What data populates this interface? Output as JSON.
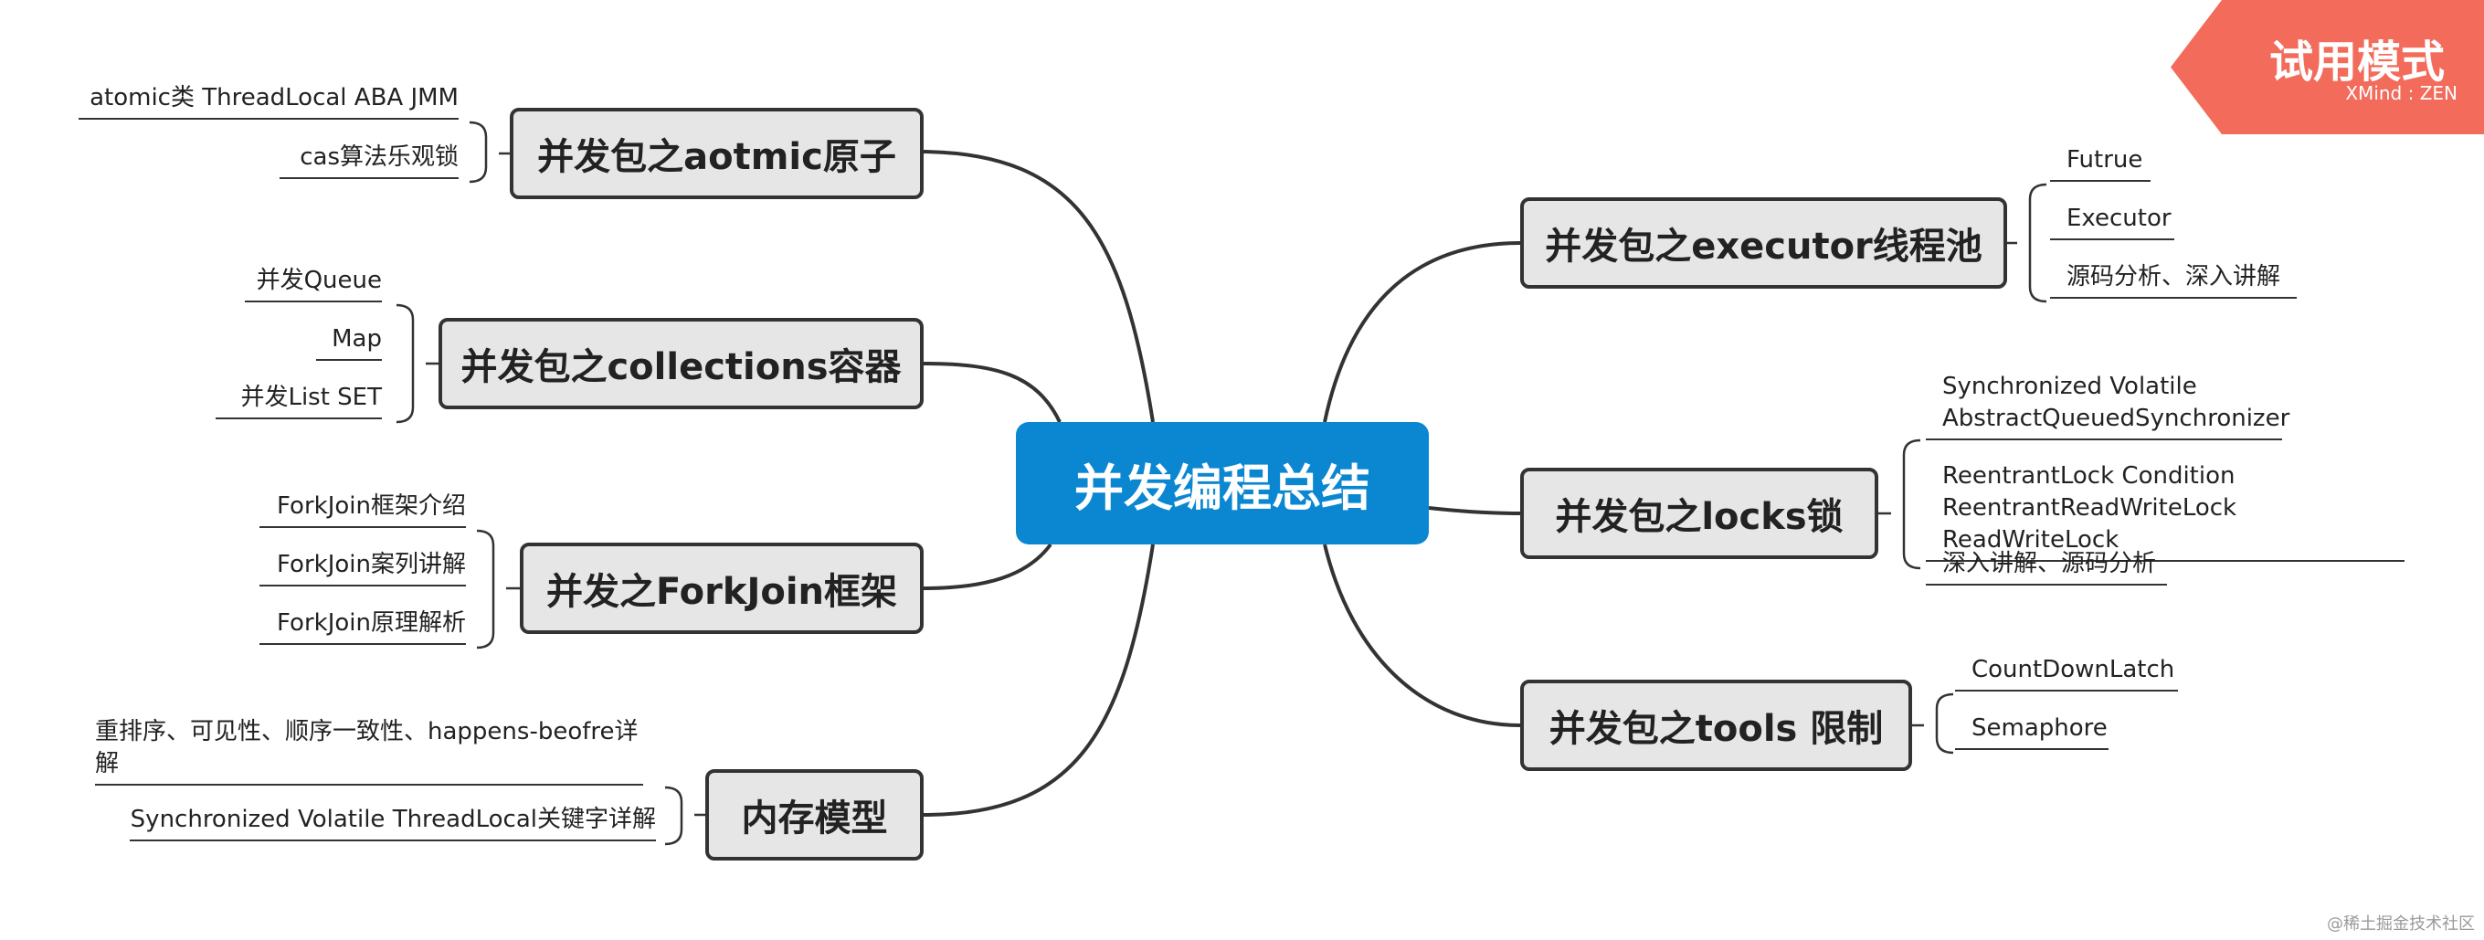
{
  "central": "并发编程总结",
  "colors": {
    "central_fill": "#0b87d1",
    "topic_fill": "#e6e6e6",
    "line": "#333333",
    "badge": "#f26b5b"
  },
  "branches": [
    {
      "title": "并发包之aotmic原子",
      "children": [
        "atomic类 ThreadLocal ABA JMM",
        "cas算法乐观锁"
      ]
    },
    {
      "title": "并发包之collections容器",
      "children": [
        "并发Queue",
        "Map",
        "并发List SET"
      ]
    },
    {
      "title": "并发之ForkJoin框架",
      "children": [
        "ForkJoin框架介绍",
        "ForkJoin案列讲解",
        "ForkJoin原理解析"
      ]
    },
    {
      "title": "内存模型",
      "children": [
        "重排序、可见性、顺序一致性、happens-beofre详解",
        "Synchronized Volatile ThreadLocal关键字详解"
      ]
    },
    {
      "title": "并发包之executor线程池",
      "children": [
        "Futrue",
        "Executor",
        "源码分析、深入讲解"
      ]
    },
    {
      "title": "并发包之locks锁",
      "children": [
        "Synchronized  Volatile AbstractQueuedSynchronizer",
        "ReentrantLock Condition ReentrantReadWriteLock ReadWriteLock",
        "深入讲解、源码分析"
      ]
    },
    {
      "title": "并发包之tools 限制",
      "children": [
        "CountDownLatch",
        "Semaphore"
      ]
    }
  ],
  "badge": {
    "title": "试用模式",
    "subtitle": "XMind : ZEN",
    "icon": "trial-ribbon-icon"
  },
  "watermark": "@稀土掘金技术社区"
}
